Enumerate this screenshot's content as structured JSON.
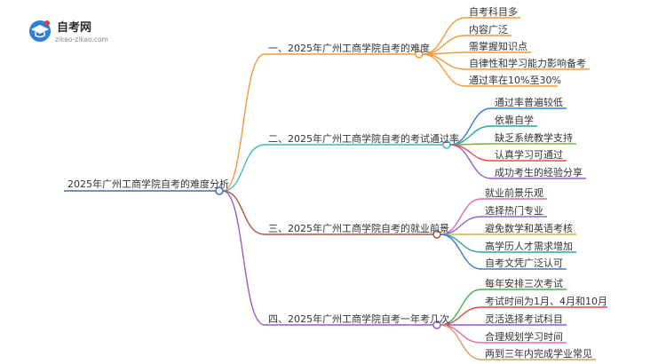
{
  "logo": {
    "name": "自考网",
    "domain": "zikao-zikao.com",
    "icon": "graduation-cap-icon"
  },
  "root": {
    "label": "2025年广州工商学院自考的难度分析",
    "color": "#3e6fb5"
  },
  "branches": [
    {
      "label": "一、2025年广州工商学院自考的难度",
      "color": "#f39a3c",
      "leaves": [
        {
          "label": "自考科目多",
          "color": "#f39a3c"
        },
        {
          "label": "内容广泛",
          "color": "#f39a3c"
        },
        {
          "label": "需掌握知识点",
          "color": "#f39a3c"
        },
        {
          "label": "自律性和学习能力影响备考",
          "color": "#f39a3c"
        },
        {
          "label": "通过率在10%至30%",
          "color": "#f39a3c"
        }
      ]
    },
    {
      "label": "二、2025年广州工商学院自考的考试通过率",
      "color": "#3fb8c8",
      "leaves": [
        {
          "label": "通过率普遍较低",
          "color": "#3a7fd5"
        },
        {
          "label": "依靠自学",
          "color": "#22a99b"
        },
        {
          "label": "缺乏系统教学支持",
          "color": "#7cb342"
        },
        {
          "label": "认真学习可通过",
          "color": "#e0504c"
        },
        {
          "label": "成功考生的经验分享",
          "color": "#9c5bc4"
        }
      ]
    },
    {
      "label": "三、2025年广州工商学院自考的就业前景",
      "color": "#a5573f",
      "leaves": [
        {
          "label": "就业前景乐观",
          "color": "#e46aa8"
        },
        {
          "label": "选择热门专业",
          "color": "#8d6ad0"
        },
        {
          "label": "避免数学和英语考核",
          "color": "#c7c23a"
        },
        {
          "label": "高学历人才需求增加",
          "color": "#2ea896"
        },
        {
          "label": "自考文凭广泛认可",
          "color": "#3d7ccc"
        }
      ]
    },
    {
      "label": "四、2025年广州工商学院自考一年考几次",
      "color": "#9a5bc0",
      "leaves": [
        {
          "label": "每年安排三次考试",
          "color": "#4caf50"
        },
        {
          "label": "考试时间为1月、4月和10月",
          "color": "#e0484a"
        },
        {
          "label": "灵活选择考试科目",
          "color": "#9058c8"
        },
        {
          "label": "合理规划学习时间",
          "color": "#e86aa0"
        },
        {
          "label": "两到三年内完成学业常见",
          "color": "#d0a060"
        }
      ]
    }
  ]
}
